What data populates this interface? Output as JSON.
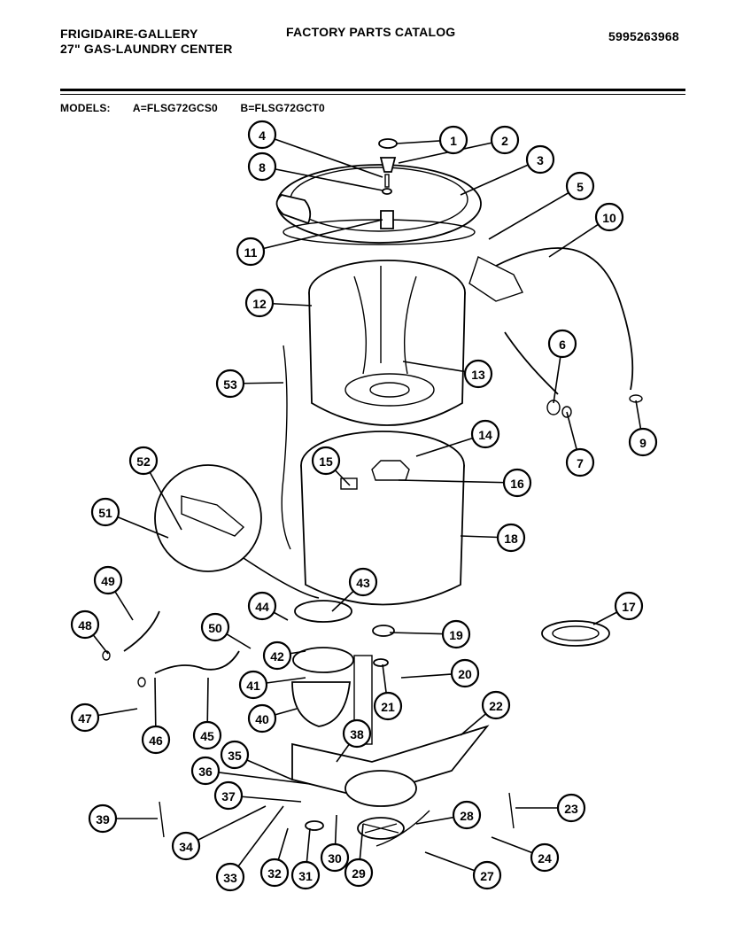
{
  "header": {
    "brand_line1": "FRIGIDAIRE-GALLERY",
    "brand_line2": "27\" GAS-LAUNDRY CENTER",
    "catalog_title": "FACTORY PARTS CATALOG",
    "part_number": "5995263968"
  },
  "models": {
    "label": "MODELS:",
    "model_a": "A=FLSG72GCS0",
    "model_b": "B=FLSG72GCT0"
  },
  "callouts": [
    "1",
    "2",
    "3",
    "4",
    "5",
    "6",
    "7",
    "8",
    "9",
    "10",
    "11",
    "12",
    "13",
    "14",
    "15",
    "16",
    "17",
    "18",
    "19",
    "20",
    "21",
    "22",
    "23",
    "24",
    "27",
    "28",
    "29",
    "30",
    "31",
    "32",
    "33",
    "34",
    "35",
    "36",
    "37",
    "38",
    "39",
    "40",
    "41",
    "42",
    "43",
    "44",
    "45",
    "46",
    "47",
    "48",
    "49",
    "50",
    "51",
    "52",
    "53"
  ]
}
